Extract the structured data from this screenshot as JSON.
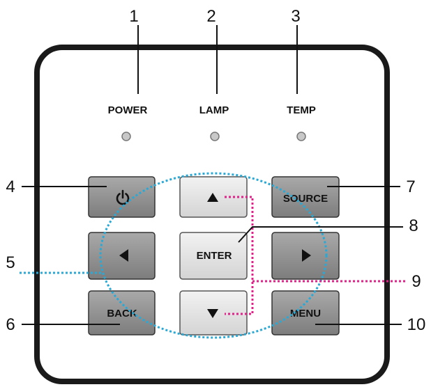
{
  "indicators": [
    {
      "label": "POWER",
      "callout": "1"
    },
    {
      "label": "LAMP",
      "callout": "2"
    },
    {
      "label": "TEMP",
      "callout": "3"
    }
  ],
  "buttons": {
    "power": {
      "icon": "power-icon",
      "callout": "4"
    },
    "up": {
      "icon": "up-arrow-icon"
    },
    "source": {
      "label": "SOURCE",
      "callout": "7"
    },
    "left": {
      "icon": "left-arrow-icon"
    },
    "enter": {
      "label": "ENTER",
      "callout": "8"
    },
    "right": {
      "icon": "right-arrow-icon"
    },
    "back": {
      "label": "BACK",
      "callout": "6"
    },
    "down": {
      "icon": "down-arrow-icon"
    },
    "menu": {
      "label": "MENU",
      "callout": "10"
    }
  },
  "group_callouts": {
    "navigation_ring": "5",
    "arrow_keys": "9"
  },
  "colors": {
    "panel_border": "#1a1a1a",
    "led": "#c8c8c8",
    "dark_button": "#8f8f8f",
    "light_button": "#e6e6e6",
    "ring": "#29a9d6",
    "arrow_leader": "#e0218a"
  }
}
